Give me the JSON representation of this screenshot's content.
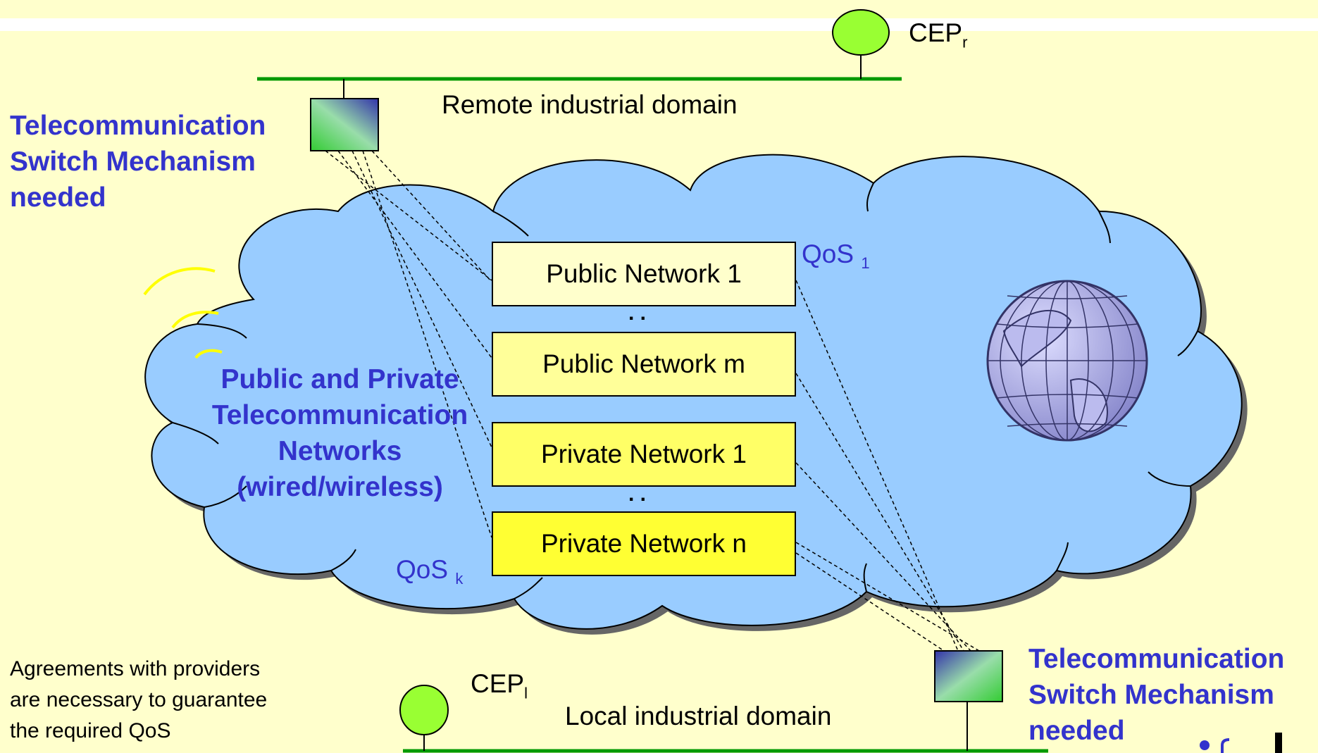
{
  "remote": {
    "cep_label": "CEP",
    "cep_sub": "r",
    "domain_label": "Remote industrial domain",
    "switch_label": [
      "Telecommunication",
      "Switch Mechanism",
      "needed"
    ]
  },
  "local": {
    "cep_label": "CEP",
    "cep_sub": "l",
    "domain_label": "Local industrial domain",
    "switch_label": [
      "Telecommunication",
      "Switch Mechanism",
      "needed"
    ]
  },
  "cloud": {
    "label": [
      "Public and Private",
      "Telecommunication",
      "Networks",
      "(wired/wireless)"
    ]
  },
  "networks": [
    {
      "label": "Public Network 1",
      "fill": "#ffffcc"
    },
    {
      "label": "Public Network m",
      "fill": "#ffff99"
    },
    {
      "label": "Private Network 1",
      "fill": "#ffff66"
    },
    {
      "label": "Private Network n",
      "fill": "#ffff33"
    }
  ],
  "ellipsis": ". .",
  "qos_top": {
    "text": "QoS",
    "sub": "1"
  },
  "qos_bottom": {
    "text": "QoS",
    "sub": "k"
  },
  "note": [
    "Agreements with providers",
    "are necessary to guarantee",
    "the required QoS"
  ],
  "colors": {
    "background": "#ffffcc",
    "cloud": "#99ccff",
    "line": "#009900",
    "label_blue": "#3333cc",
    "cep": "#99ff33",
    "antenna": "#ffff00",
    "globe": "#9999dd"
  },
  "icons": [
    "cep-node-icon",
    "switch-icon",
    "globe-icon",
    "wireless-icon",
    "logo"
  ]
}
